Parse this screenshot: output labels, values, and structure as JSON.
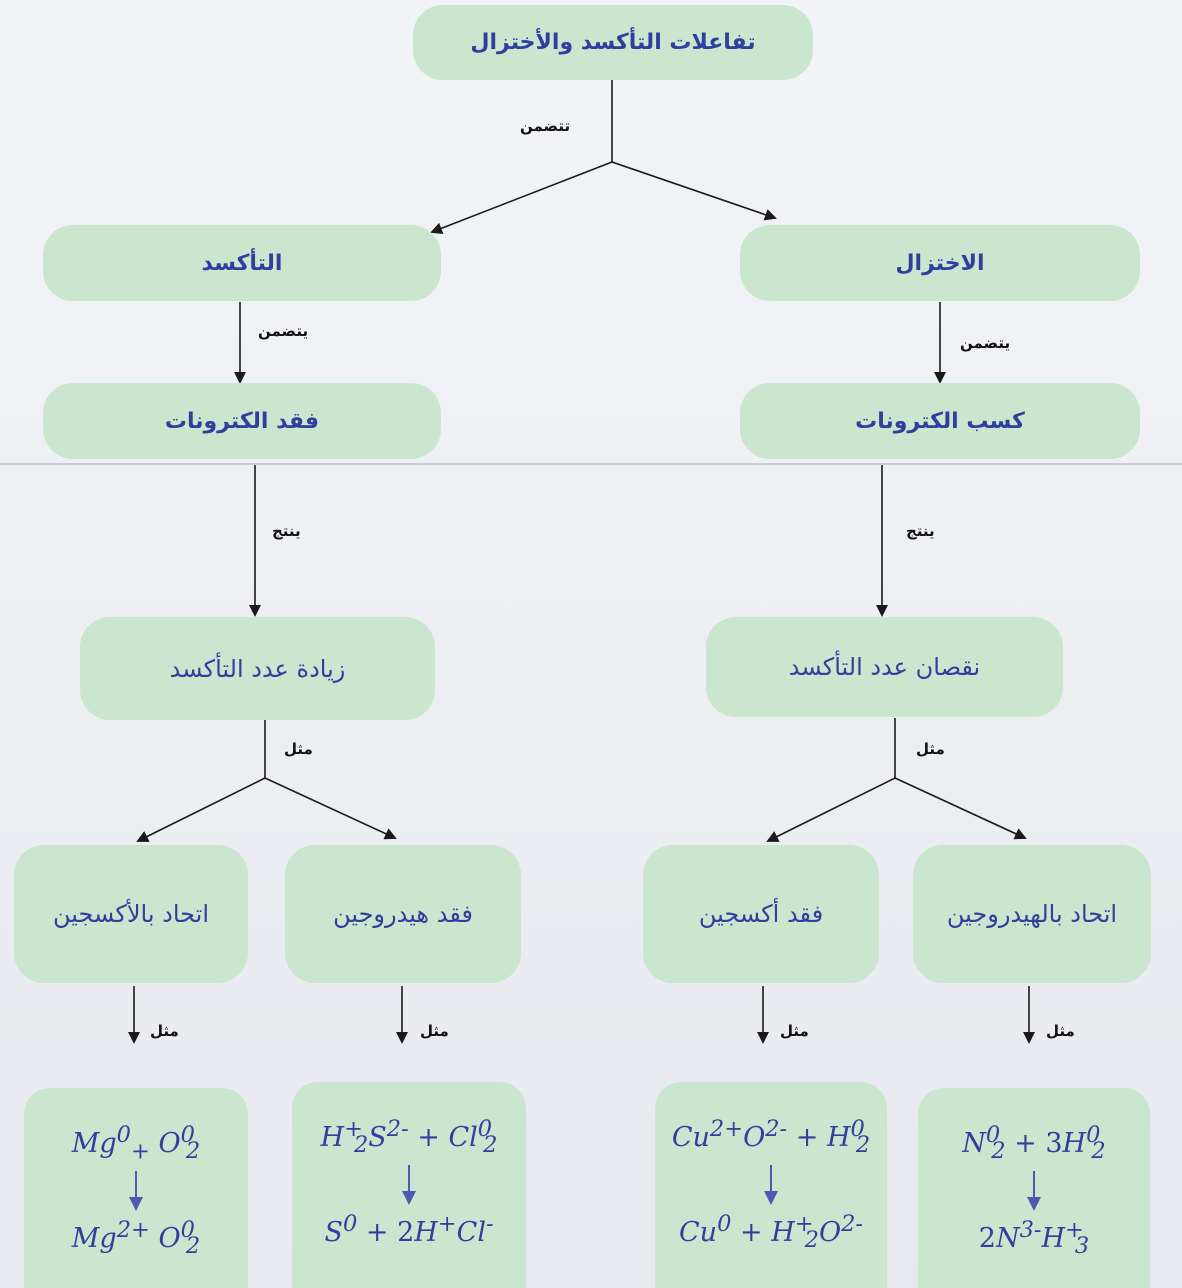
{
  "top": {
    "title": "تفاعلات التأكسد والأختزال",
    "edge_label": "تتضمن"
  },
  "left": {
    "oxidation": "التأكسد",
    "edge1": "يتضمن",
    "loss_electrons": "فقد الكترونات",
    "edge2": "ينتج",
    "increase_ox": "زيادة عدد التأكسد",
    "edge3": "مثل",
    "combine_oxygen": "اتحاد بالأكسجين",
    "lose_hydrogen": "فقد هيدروجين",
    "edge_ex1": "مثل",
    "edge_ex2": "مثل"
  },
  "right": {
    "reduction": "الاختزال",
    "edge1": "يتضمن",
    "gain_electrons": "كسب الكترونات",
    "edge2": "ينتج",
    "decrease_ox": "نقصان عدد التأكسد",
    "edge3": "مثل",
    "lose_oxygen": "فقد أكسجين",
    "combine_hydrogen": "اتحاد بالهيدروجين",
    "edge_ex1": "مثل",
    "edge_ex2": "مثل"
  },
  "equations": {
    "eq1": {
      "react_a": "Mg",
      "react_a_sup": "0",
      "plus": "+",
      "react_b": "O",
      "react_b_sup": "0",
      "react_b_sub": "2",
      "prod_a": "Mg",
      "prod_a_sup": "2+",
      "prod_b": "O",
      "prod_b_sup": "0",
      "prod_b_sub": "2"
    },
    "eq2": {
      "r1": "H",
      "r1_sup": "+",
      "r1_sub": "2",
      "r2": "S",
      "r2_sup": "2-",
      "plus": "+",
      "r3": "Cl",
      "r3_sup": "0",
      "r3_sub": "2",
      "p1": "S",
      "p1_sup": "0",
      "plus2": "+ 2",
      "p2": "H",
      "p2_sup": "+",
      "p3": "Cl",
      "p3_sup": "-"
    },
    "eq3": {
      "r1": "Cu",
      "r1_sup": "2+",
      "r2": "O",
      "r2_sup": "2-",
      "plus": "+",
      "r3": "H",
      "r3_sup": "0",
      "r3_sub": "2",
      "p1": "Cu",
      "p1_sup": "0",
      "plus2": "+",
      "p2": "H",
      "p2_sup": "+",
      "p2_sub": "2",
      "p3": "O",
      "p3_sup": "2-"
    },
    "eq4": {
      "r1": "N",
      "r1_sup": "0",
      "r1_sub": "2",
      "plus": "+ 3",
      "r2": "H",
      "r2_sup": "0",
      "r2_sub": "2",
      "p_coef": "2",
      "p1": "N",
      "p1_sup": "3-",
      "p2": "H",
      "p2_sup": "+",
      "p2_sub": "3"
    }
  },
  "colors": {
    "box_fill": "#cbe6cf",
    "text": "#2e3f9e",
    "line": "#1a1a1a"
  }
}
